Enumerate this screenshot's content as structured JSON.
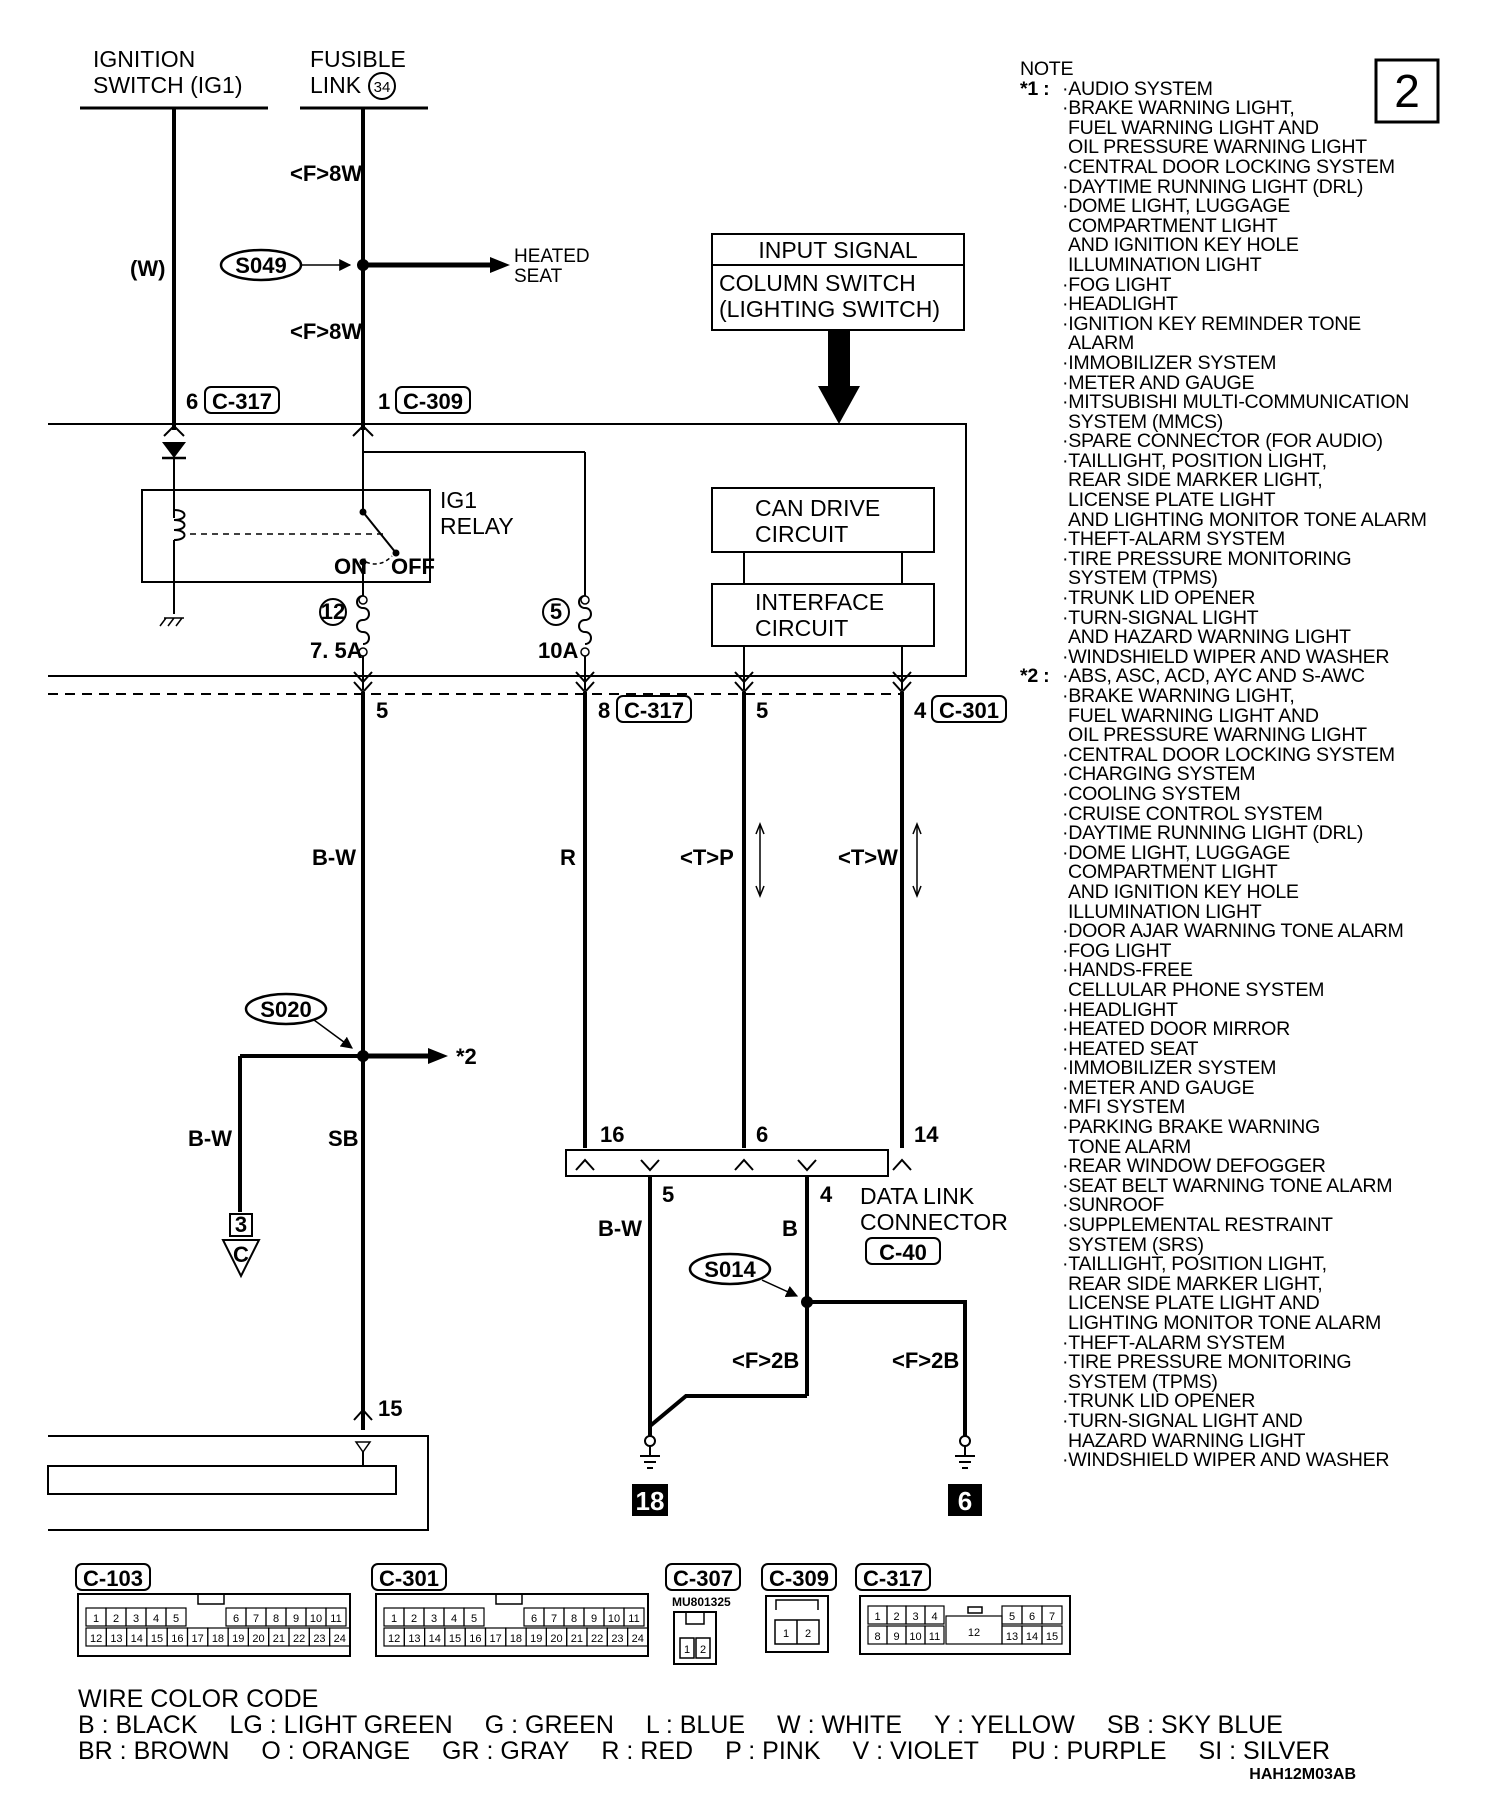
{
  "page_number": "2",
  "diagram_code": "HAH12M03AB",
  "sources": {
    "ignition": [
      "IGNITION",
      "SWITCH (IG1)"
    ],
    "fusible": [
      "FUSIBLE",
      "LINK"
    ],
    "fusible_num": "34"
  },
  "wires": {
    "w": "(W)",
    "f8w": "<F>8W",
    "bw": "B-W",
    "r": "R",
    "tp": "<T>P",
    "tw": "<T>W",
    "sb": "SB",
    "b": "B",
    "f2b": "<F>2B"
  },
  "splices": {
    "s049": "S049",
    "s020": "S020",
    "s014": "S014"
  },
  "heated_seat": [
    "HEATED",
    "SEAT"
  ],
  "input_signal": {
    "title": "INPUT SIGNAL",
    "lines": [
      "COLUMN SWITCH",
      "(LIGHTING SWITCH)"
    ]
  },
  "relay": {
    "name": [
      "IG1",
      "RELAY"
    ],
    "on": "ON",
    "off": "OFF"
  },
  "fuses": {
    "f12": "12",
    "f12_rating": "7. 5A",
    "f5": "5",
    "f5_rating": "10A"
  },
  "circuits": {
    "can": [
      "CAN DRIVE",
      "CIRCUIT"
    ],
    "interface": [
      "INTERFACE",
      "CIRCUIT"
    ]
  },
  "pins": {
    "p6": "6",
    "p1": "1",
    "p5a": "5",
    "p8": "8",
    "p5b": "5",
    "p4": "4",
    "p16": "16",
    "p6b": "6",
    "p14": "14",
    "p5c": "5",
    "p4b": "4",
    "p15": "15"
  },
  "connectors": {
    "c317": "C-317",
    "c309": "C-309",
    "c301": "C-301",
    "c40": "C-40",
    "c103": "C-103",
    "c307": "C-307"
  },
  "dlc": [
    "DATA LINK",
    "CONNECTOR"
  ],
  "star2": "*2",
  "off_page": {
    "num": "3",
    "letter": "C"
  },
  "grounds": {
    "g18": "18",
    "g6": "6"
  },
  "c307_part": "MU801325",
  "pinouts": {
    "c103_top": [
      "1",
      "2",
      "3",
      "4",
      "5",
      "6",
      "7",
      "8",
      "9",
      "10",
      "11"
    ],
    "c103_bot": [
      "12",
      "13",
      "14",
      "15",
      "16",
      "17",
      "18",
      "19",
      "20",
      "21",
      "22",
      "23",
      "24"
    ],
    "c307": [
      "1",
      "2"
    ],
    "c309": [
      "1",
      "2"
    ],
    "c317_top": [
      "1",
      "2",
      "3",
      "4",
      "5",
      "6",
      "7"
    ],
    "c317_bot": [
      "8",
      "9",
      "10",
      "11",
      "12",
      "13",
      "14",
      "15"
    ]
  },
  "notes": {
    "title": "NOTE",
    "groups": [
      {
        "mark": "*1 :",
        "items": [
          "·AUDIO SYSTEM",
          "·BRAKE WARNING LIGHT,",
          " FUEL WARNING LIGHT AND",
          " OIL PRESSURE WARNING LIGHT",
          "·CENTRAL DOOR LOCKING SYSTEM",
          "·DAYTIME RUNNING LIGHT (DRL)",
          "·DOME LIGHT, LUGGAGE",
          " COMPARTMENT LIGHT",
          " AND IGNITION KEY HOLE",
          " ILLUMINATION LIGHT",
          "·FOG LIGHT",
          "·HEADLIGHT",
          "·IGNITION KEY REMINDER TONE",
          " ALARM",
          "·IMMOBILIZER SYSTEM",
          "·METER AND GAUGE",
          "·MITSUBISHI MULTI-COMMUNICATION",
          " SYSTEM (MMCS)",
          "·SPARE CONNECTOR (FOR AUDIO)",
          "·TAILLIGHT, POSITION LIGHT,",
          " REAR SIDE MARKER LIGHT,",
          " LICENSE PLATE LIGHT",
          " AND LIGHTING MONITOR TONE ALARM",
          "·THEFT-ALARM SYSTEM",
          "·TIRE PRESSURE MONITORING",
          " SYSTEM (TPMS)",
          "·TRUNK LID OPENER",
          "·TURN-SIGNAL LIGHT",
          " AND HAZARD WARNING LIGHT",
          "·WINDSHIELD WIPER AND WASHER"
        ]
      },
      {
        "mark": "*2 :",
        "items": [
          "·ABS, ASC, ACD, AYC AND S-AWC",
          "·BRAKE WARNING LIGHT,",
          " FUEL WARNING LIGHT AND",
          " OIL PRESSURE WARNING LIGHT",
          "·CENTRAL DOOR LOCKING SYSTEM",
          "·CHARGING SYSTEM",
          "·COOLING SYSTEM",
          "·CRUISE CONTROL SYSTEM",
          "·DAYTIME RUNNING LIGHT (DRL)",
          "·DOME LIGHT, LUGGAGE",
          " COMPARTMENT LIGHT",
          " AND IGNITION KEY HOLE",
          " ILLUMINATION LIGHT",
          "·DOOR AJAR WARNING TONE ALARM",
          "·FOG LIGHT",
          "·HANDS-FREE",
          " CELLULAR PHONE SYSTEM",
          "·HEADLIGHT",
          "·HEATED DOOR MIRROR",
          "·HEATED SEAT",
          "·IMMOBILIZER SYSTEM",
          "·METER AND GAUGE",
          "·MFI SYSTEM",
          "·PARKING BRAKE WARNING",
          " TONE ALARM",
          "·REAR WINDOW DEFOGGER",
          "·SEAT BELT WARNING TONE ALARM",
          "·SUNROOF",
          "·SUPPLEMENTAL RESTRAINT",
          " SYSTEM (SRS)",
          "·TAILLIGHT, POSITION LIGHT,",
          " REAR SIDE MARKER LIGHT,",
          " LICENSE PLATE LIGHT AND",
          " LIGHTING MONITOR TONE ALARM",
          "·THEFT-ALARM SYSTEM",
          "·TIRE PRESSURE MONITORING",
          " SYSTEM (TPMS)",
          "·TRUNK LID OPENER",
          "·TURN-SIGNAL LIGHT AND",
          " HAZARD WARNING LIGHT",
          "·WINDSHIELD WIPER AND WASHER"
        ]
      }
    ]
  },
  "legend": {
    "title": "WIRE COLOR CODE",
    "row1": [
      "B : BLACK",
      "LG : LIGHT GREEN",
      "G : GREEN",
      "L : BLUE",
      "W : WHITE",
      "Y : YELLOW",
      "SB : SKY BLUE"
    ],
    "row2": [
      "BR : BROWN",
      "O : ORANGE",
      "GR : GRAY",
      "R : RED",
      "P : PINK",
      "V : VIOLET",
      "PU : PURPLE",
      "SI : SILVER"
    ]
  }
}
